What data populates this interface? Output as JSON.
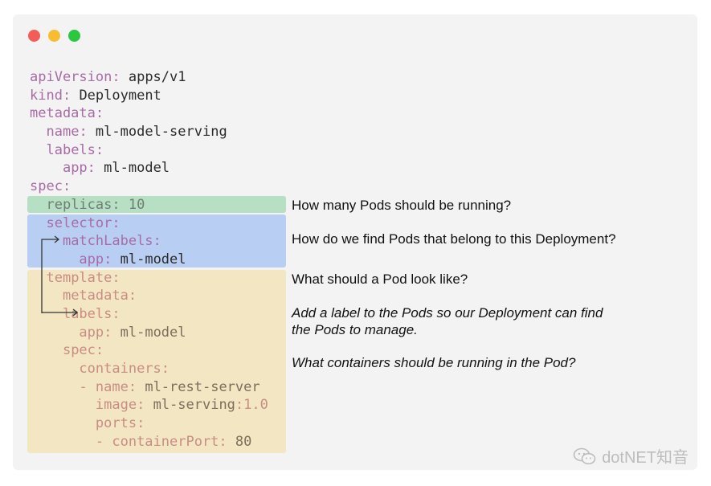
{
  "window": {
    "controls": [
      "close",
      "minimize",
      "maximize"
    ]
  },
  "code_lines": [
    {
      "indent": "",
      "key": "apiVersion",
      "sep": ": ",
      "value": "apps/v1"
    },
    {
      "indent": "",
      "key": "kind",
      "sep": ": ",
      "value": "Deployment"
    },
    {
      "indent": "",
      "key": "metadata",
      "sep": ":",
      "value": ""
    },
    {
      "indent": "  ",
      "key": "name",
      "sep": ": ",
      "value": "ml-model-serving"
    },
    {
      "indent": "  ",
      "key": "labels",
      "sep": ":",
      "value": ""
    },
    {
      "indent": "    ",
      "key": "app",
      "sep": ": ",
      "value": "ml-model"
    },
    {
      "indent": "",
      "key": "spec",
      "sep": ":",
      "value": ""
    },
    {
      "indent": "  ",
      "key": "replicas",
      "sep": ": ",
      "value": "10"
    },
    {
      "indent": "  ",
      "key": "selector",
      "sep": ":",
      "value": ""
    },
    {
      "indent": "    ",
      "key": "matchLabels",
      "sep": ":",
      "value": ""
    },
    {
      "indent": "      ",
      "key": "app",
      "sep": ": ",
      "value": "ml-model"
    },
    {
      "indent": "  ",
      "key": "template",
      "sep": ":",
      "value": ""
    },
    {
      "indent": "    ",
      "key": "metadata",
      "sep": ":",
      "value": ""
    },
    {
      "indent": "    ",
      "key": "labels",
      "sep": ":",
      "value": ""
    },
    {
      "indent": "      ",
      "key": "app",
      "sep": ": ",
      "value": "ml-model"
    },
    {
      "indent": "    ",
      "key": "spec",
      "sep": ":",
      "value": ""
    },
    {
      "indent": "      ",
      "key": "containers",
      "sep": ":",
      "value": ""
    },
    {
      "indent": "      ",
      "key": "- name",
      "sep": ": ",
      "value": "ml-rest-server"
    },
    {
      "indent": "        ",
      "key": "image",
      "sep": ": ",
      "value": "ml-serving",
      "suffix": ":1.0"
    },
    {
      "indent": "        ",
      "key": "ports",
      "sep": ":",
      "value": ""
    },
    {
      "indent": "        ",
      "key": "- containerPort",
      "sep": ": ",
      "value": "80"
    }
  ],
  "annotations": {
    "replicas": "How many Pods should be running?",
    "selector": "How do we find Pods that belong to this Deployment?",
    "template": "What should a Pod look like?",
    "labels": "Add a label to the Pods so our Deployment can find the Pods to manage.",
    "containers": "What containers should be running in the Pod?"
  },
  "watermark": {
    "text": "dotNET知音",
    "icon": "wechat-icon"
  }
}
